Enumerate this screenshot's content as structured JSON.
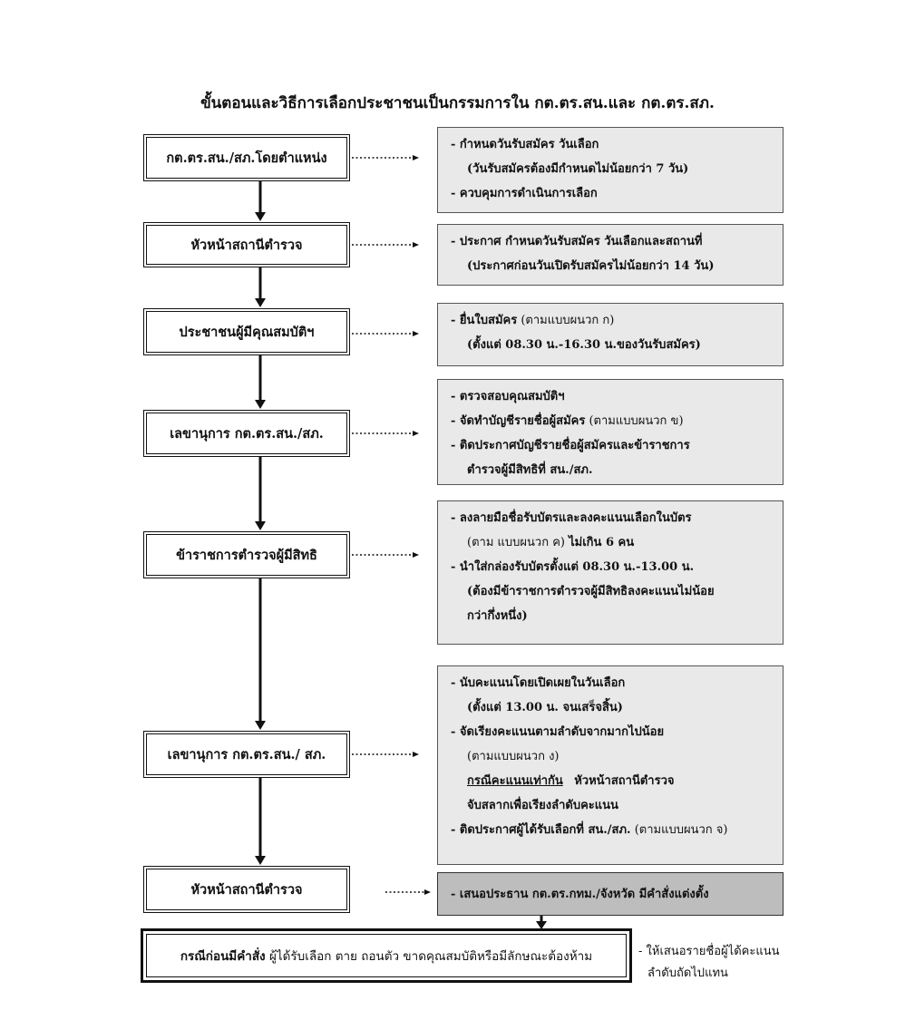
{
  "title": "ขั้นตอนและวิธีการเลือกประชาชนเป็นกรรมการใน กต.ตร.สน.และ กต.ตร.สภ.",
  "steps": [
    {
      "label": "กต.ตร.สน./สภ.โดยตำแหน่ง",
      "details": [
        "- กำหนดวันรับสมัคร วันเลือก",
        "(วันรับสมัครต้องมีกำหนดไม่น้อยกว่า 7 วัน)",
        "- ควบคุมการดำเนินการเลือก"
      ]
    },
    {
      "label": "หัวหน้าสถานีตำรวจ",
      "details": [
        "- ประกาศ กำหนดวันรับสมัคร วันเลือกและสถานที่",
        "(ประกาศก่อนวันเปิดรับสมัครไม่น้อยกว่า 14 วัน)"
      ]
    },
    {
      "label": "ประชาชนผู้มีคุณสมบัติฯ",
      "details": [
        "- ยื่นใบสมัคร",
        "(ตามแบบผนวก ก)",
        "(ตั้งแต่ 08.30 น.-16.30 น.ของวันรับสมัคร)"
      ]
    },
    {
      "label": "เลขานุการ กต.ตร.สน./สภ.",
      "details": [
        "- ตรวจสอบคุณสมบัติฯ",
        "- จัดทำบัญชีรายชื่อผู้สมัคร",
        "(ตามแบบผนวก ข)",
        "- ติดประกาศบัญชีรายชื่อผู้สมัครและข้าราชการ",
        "ตำรวจผู้มีสิทธิที่ สน./สภ."
      ]
    },
    {
      "label": "ข้าราชการตำรวจผู้มีสิทธิ",
      "details": [
        "- ลงลายมือชื่อรับบัตรและลงคะแนนเลือกในบัตร",
        "(ตาม แบบผนวก ค)",
        "ไม่เกิน 6 คน",
        "- นำใส่กล่องรับบัตรตั้งแต่ 08.30 น.-13.00 น.",
        "(ต้องมีข้าราชการตำรวจผู้มีสิทธิลงคะแนนไม่น้อย",
        "กว่ากึ่งหนึ่ง)"
      ]
    },
    {
      "label": "เลขานุการ กต.ตร.สน./ สภ.",
      "details": [
        "- นับคะแนนโดยเปิดเผยในวันเลือก",
        "(ตั้งแต่ 13.00 น. จนเสร็จสิ้น)",
        "- จัดเรียงคะแนนตามลำดับจากมากไปน้อย",
        "(ตามแบบผนวก ง)",
        "กรณีคะแนนเท่ากัน",
        "หัวหน้าสถานีตำรวจ",
        "จับสลากเพื่อเรียงลำดับคะแนน",
        "- ติดประกาศผู้ได้รับเลือกที่ สน./สภ.",
        "(ตามแบบผนวก จ)"
      ]
    },
    {
      "label": "หัวหน้าสถานีตำรวจ",
      "details": [
        "- เสนอประธาน กต.ตร.กทม./จังหวัด มีคำสั่งแต่งตั้ง"
      ]
    }
  ],
  "final": {
    "label_bold": "กรณีก่อนมีคำสั่ง",
    "label_rest": "ผู้ได้รับเลือก ตาย ถอนตัว ขาดคุณสมบัติหรือมีลักษณะต้องห้าม",
    "note": [
      "- ให้เสนอรายชื่อผู้ได้คะแนน",
      "ลำดับถัดไปแทน"
    ]
  }
}
